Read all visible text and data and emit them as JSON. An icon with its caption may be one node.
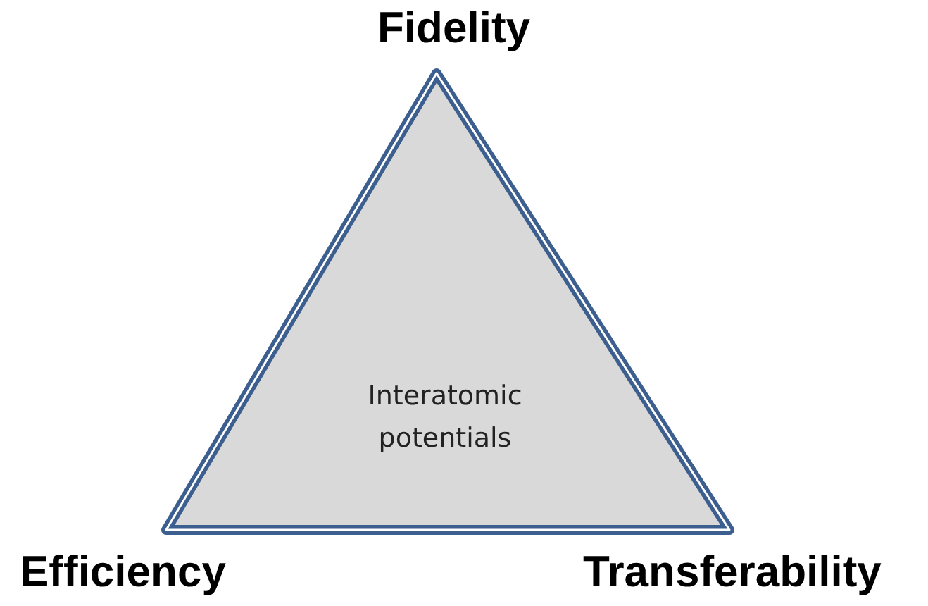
{
  "diagram": {
    "nodes": [
      {
        "text": [
          "Interatomic potentials"
        ]
      }
    ],
    "labels": [
      "Fidelity",
      "Efficiency",
      "Transferability"
    ]
  }
}
